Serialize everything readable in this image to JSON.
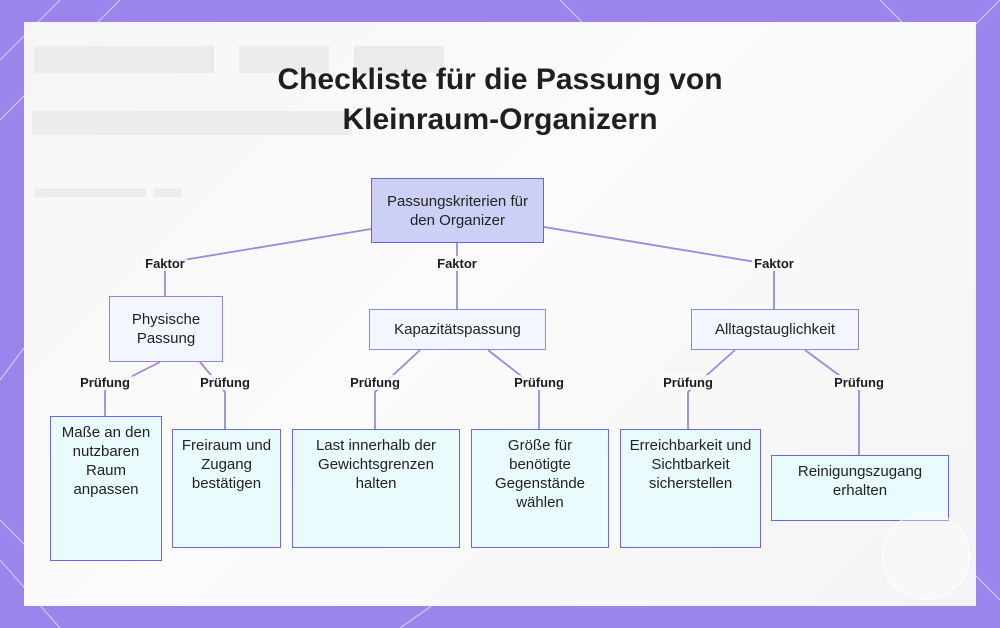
{
  "title_lines": [
    "Checkliste für die Passung von",
    "Kleinraum-Organizern"
  ],
  "colors": {
    "frame": "#9b85ec",
    "root_fill": "#cdd0f6",
    "node_fill": "#f3f5ff",
    "leaf_fill": "#e9fbfd",
    "border": "#6b63d3",
    "connector": "#9d88dc"
  },
  "root": {
    "label": "Passungskriterien für den Organizer"
  },
  "branches": [
    {
      "label": "Physische Passung",
      "edge_label": "Faktor",
      "children": [
        {
          "label": "Maße an den nutzbaren Raum anpassen",
          "edge_label": "Prüfung"
        },
        {
          "label": "Freiraum und Zugang bestätigen",
          "edge_label": "Prüfung"
        }
      ]
    },
    {
      "label": "Kapazitätspassung",
      "edge_label": "Faktor",
      "children": [
        {
          "label": "Last innerhalb der Gewichtsgrenzen halten",
          "edge_label": "Prüfung"
        },
        {
          "label": "Größe für benötigte Gegenstände wählen",
          "edge_label": "Prüfung"
        }
      ]
    },
    {
      "label": "Alltagstauglichkeit",
      "edge_label": "Faktor",
      "children": [
        {
          "label": "Erreichbarkeit und Sichtbarkeit sicherstellen",
          "edge_label": "Prüfung"
        },
        {
          "label": "Reinigungszugang erhalten",
          "edge_label": "Prüfung"
        }
      ]
    }
  ]
}
